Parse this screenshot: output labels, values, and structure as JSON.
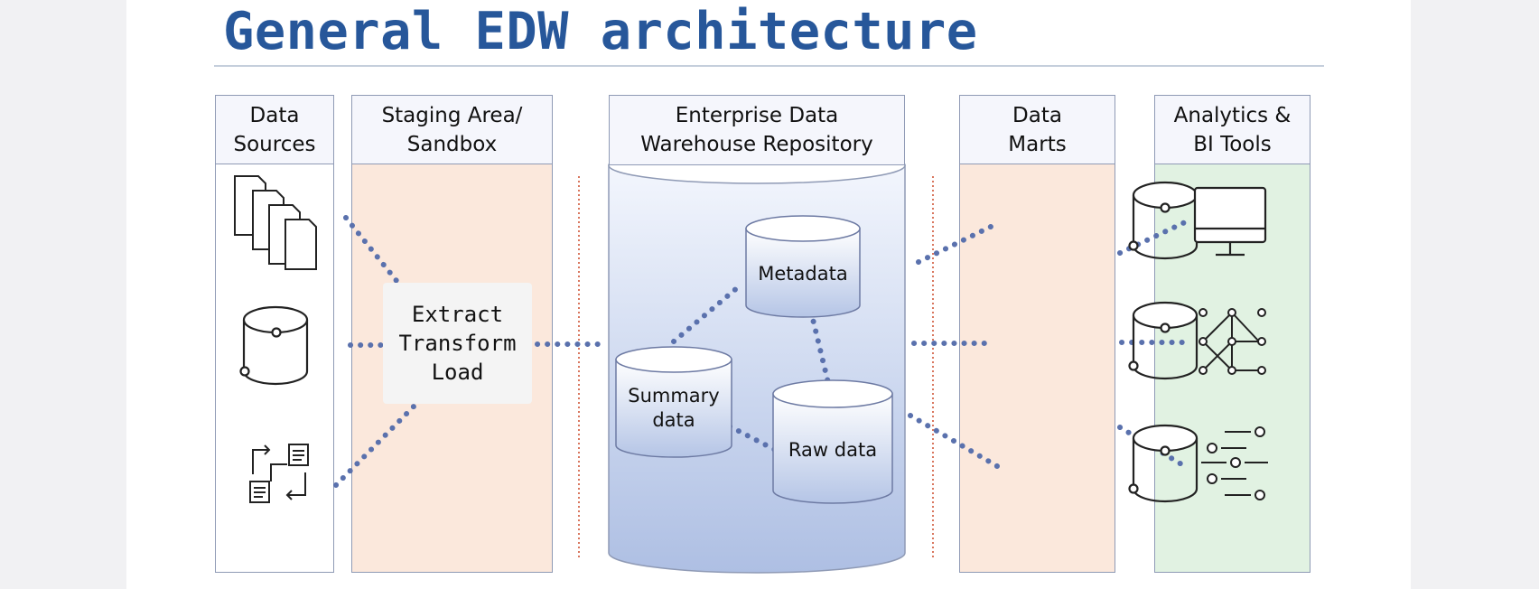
{
  "title": "General EDW architecture",
  "columns": {
    "sources": "Data\nSources",
    "staging": "Staging Area/\nSandbox",
    "edw": "Enterprise Data\nWarehouse Repository",
    "marts": "Data\nMarts",
    "bi": "Analytics &\nBI Tools"
  },
  "etl": "Extract\nTransform\nLoad",
  "repository": {
    "metadata": "Metadata",
    "summary": "Summary\ndata",
    "raw": "Raw data"
  },
  "colors": {
    "title": "#27579a",
    "connector": "#5a71ad",
    "staging_fill": "#fbe8dc",
    "bi_fill": "#e1f2e2",
    "warehouse_fill": "#c8d4ee",
    "divider": "#d9775f"
  },
  "icons": [
    "documents-icon",
    "database-icon",
    "data-flow-icon",
    "data-mart-icon",
    "monitor-icon",
    "network-graph-icon",
    "sliders-icon"
  ]
}
